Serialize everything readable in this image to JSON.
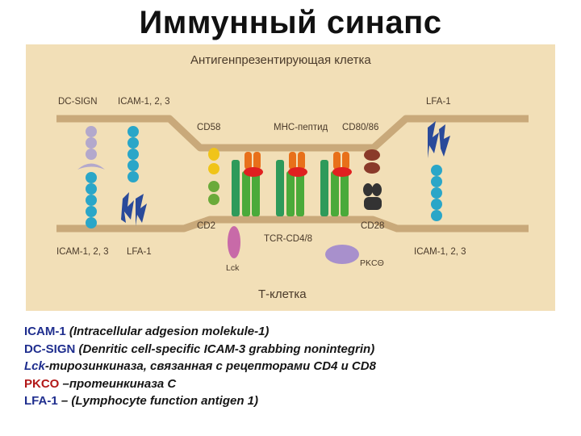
{
  "title": "Иммунный синапс",
  "diagram": {
    "apc_label": "Антигенпрезентирующая клетка",
    "tcell_label": "Т-клетка",
    "labels": {
      "dc_sign": "DC-SIGN",
      "icam_top": "ICAM-1, 2, 3",
      "lfa1_top": "LFA-1",
      "cd58": "CD58",
      "mhc": "МНС-пептид",
      "cd80": "CD80/86",
      "cd2": "CD2",
      "tcr": "TCR-CD4/8",
      "cd28": "CD28",
      "icam_bottom_left": "ICAM-1, 2, 3",
      "lfa1_bottom": "LFA-1",
      "icam_bottom_right": "ICAM-1, 2, 3",
      "lck": "Lck",
      "pkc": "PKCΘ"
    },
    "colors": {
      "background": "#f2dfb7",
      "membrane": "#c9a97a",
      "icam_bead": "#2aa6c8",
      "dc_sign": "#b3a8cc",
      "lfa1": "#2a4a9a",
      "cd58": "#f0c419",
      "cd2": "#6aaa3a",
      "tcr": "#2e9a5a",
      "mhc": "#e8701a",
      "peptide": "#e02020",
      "cd80": "#8a3a2a",
      "cd28": "#333333",
      "lck": "#c86aa8",
      "pkc": "#a890cc"
    }
  },
  "legend": [
    {
      "term": "ICAM-1",
      "text": " (Intracellular adgesion molekule-1)"
    },
    {
      "term": "DC-SIGN",
      "text": " (Denritic cell-specific ICAM-3 grabbing nonintegrin)"
    },
    {
      "term": "Lck",
      "text": "-тирозинкиназа, связанная с рецепторами CD4  и CD8"
    },
    {
      "term": "PKCO",
      "text": " –протеинкиназа С"
    },
    {
      "term": "LFA-1",
      "text": " – (Lymphocyte function antigen 1)"
    }
  ]
}
